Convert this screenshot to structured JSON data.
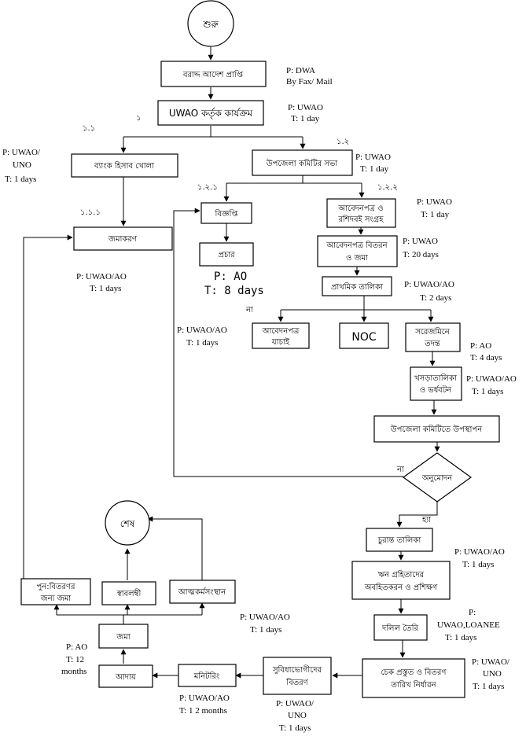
{
  "nodes": {
    "start": "শুরু",
    "allocation_order": "বরাদ্দ আদেশ প্রাপ্তি",
    "uwao_activity": "UWAO কর্তৃক কার্যক্রম",
    "bank_account": "ব্যাংক হিসাব খোলা",
    "deposit": "জমাকরণ",
    "upazila_meeting": "উপজেলা কমিটির সভা",
    "notice": "বিজ্ঞপ্তি",
    "publicity": "প্রচার",
    "collect_forms_1": "আবেদনপত্র ও",
    "collect_forms_2": "রশিদবই সংগ্রহ",
    "distribute_forms_1": "আবেদনপত্র বিতরন",
    "distribute_forms_2": "ও জমা",
    "primary_list": "প্রাথমিক তালিকা",
    "verify_forms_1": "আবেদনপত্র",
    "verify_forms_2": "যাচাই",
    "noc": "NOC",
    "field_investigation_1": "সরেজমিনে",
    "field_investigation_2": "তদন্ত",
    "draft_list_1": "খসড়াতালিকা",
    "draft_list_2": "ও ভর্ধবটন",
    "present_committee": "উপজেলা কমিটিতে উপস্থাপন",
    "approval": "অনুমোদন",
    "final_list": "চুরান্ত তালিকা",
    "inform_train_1": "ঋন গ্রহিতাদের",
    "inform_train_2": "অবহিতকরন ও প্রশিক্ষণ",
    "prepare_deed": "দলিল তৈরি",
    "cheque_1": "চেক প্রস্তুত ও বিতরণ",
    "cheque_2": "তারিখ নির্ধারন",
    "beneficiary_dist_1": "সুবিধাভোগীদের",
    "beneficiary_dist_2": "বিতরণ",
    "monitoring": "মনিটরিং",
    "collection": "আদায়",
    "deposit_2": "জমা",
    "redistribution_1": "পুন:বিতরণর",
    "redistribution_2": "জন্য জমা",
    "self_reliant": "স্বাবলম্বী",
    "self_employment": "আত্মকর্মসংস্থান",
    "end": "শেষ"
  },
  "labels": {
    "no_1": "না",
    "no_2": "না",
    "yes": "হ্যা",
    "n1": "১",
    "n11": "১.১",
    "n111": "১.১.১",
    "n12": "১.২",
    "n121": "১.২.১",
    "n122": "১.২.২"
  },
  "notes": {
    "dwa_p": "P: DWA",
    "dwa_t": "By Fax/ Mail",
    "uwao1_p": "P: UWAO",
    "uwao1_t": "T: 1 day",
    "bank_p1": "P: UWAO/",
    "bank_p2": "UNO",
    "bank_t": "T: 1 days",
    "meet_p": "P: UWAO",
    "meet_t": "T: 1 day",
    "collect_p": "P: UWAO",
    "collect_t": "T: 1 day",
    "dist_p": "P: UWAO",
    "dist_t": "T: 20 days",
    "deposit_p": "P: UWAO/AO",
    "deposit_t": "T: 1 days",
    "publicity_p": "P: AO",
    "publicity_t": "T: 8 days",
    "primary_p": "P: UWAO/AO",
    "primary_t": "T: 2 days",
    "verify_p": "P: UWAO/AO",
    "verify_t": "T: 1 days",
    "field_p": "P: AO",
    "field_t": "T: 4 days",
    "draft_p": "P: UWAO/AO",
    "draft_t": "T: 1 days",
    "train_p": "P: UWAO/AO",
    "train_t": "T: 1 days",
    "deed_p1": "P:",
    "deed_p2": "UWAO,LOANEE",
    "deed_t": "T: 1 days",
    "cheque_p1": "P: UWAO/",
    "cheque_p2": "UNO",
    "cheque_t": "T: 1 days",
    "redis_p": "P: UWAO/AO",
    "redis_t": "T: 1 days",
    "collect_ao_p": "P: AO",
    "collect_ao_t1": "T: 12",
    "collect_ao_t2": "months",
    "monitor_p": "P: UWAO/AO",
    "monitor_t": "T: 1 2 months",
    "benef_p1": "P: UWAO/",
    "benef_p2": "UNO",
    "benef_t": "T: 1 days"
  }
}
